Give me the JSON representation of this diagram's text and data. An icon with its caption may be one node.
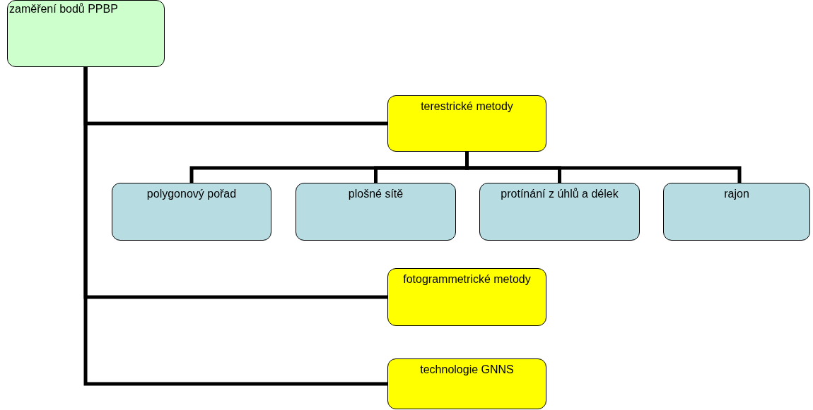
{
  "diagram": {
    "nodes": [
      {
        "text": [
          "zaměření bodů PPBP"
        ]
      },
      {
        "text": [
          "terestrické metody"
        ]
      },
      {
        "text": [
          "polygonový pořad"
        ]
      },
      {
        "text": [
          "plošné sítě"
        ]
      },
      {
        "text": [
          "protínání z úhlů a délek"
        ]
      },
      {
        "text": [
          "rajon"
        ]
      },
      {
        "text": [
          "fotogrammetrické metody"
        ]
      },
      {
        "text": [
          "technologie GNNS"
        ]
      }
    ],
    "edges": [
      {
        "from": 0,
        "to": 1,
        "arrow": "none"
      },
      {
        "from": 1,
        "to": 2,
        "arrow": "none"
      },
      {
        "from": 1,
        "to": 3,
        "arrow": "none"
      },
      {
        "from": 1,
        "to": 4,
        "arrow": "none"
      },
      {
        "from": 1,
        "to": 5,
        "arrow": "none"
      },
      {
        "from": 0,
        "to": 6,
        "arrow": "none"
      },
      {
        "from": 0,
        "to": 7,
        "arrow": "none"
      }
    ]
  }
}
